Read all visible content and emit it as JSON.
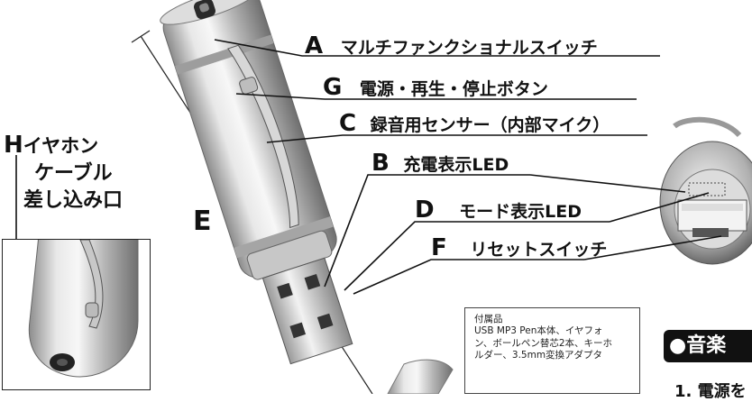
{
  "labels": {
    "a": {
      "letter": "A",
      "text": "マルチファンクショナルスイッチ"
    },
    "g": {
      "letter": "G",
      "text": "電源・再生・停止ボタン"
    },
    "c": {
      "letter": "C",
      "text": "録音用センサー（内部マイク）"
    },
    "b": {
      "letter": "B",
      "text": "充電表示LED"
    },
    "d": {
      "letter": "D",
      "text": "モード表示LED"
    },
    "f": {
      "letter": "F",
      "text": "リセットスイッチ"
    },
    "h": {
      "letter": "H",
      "line1": "イヤホン",
      "line2": "ケーブル",
      "line3": "差し込み口"
    },
    "e": {
      "letter": "E"
    }
  },
  "accessories": {
    "heading": "付属品",
    "line1": "USB MP3 Pen本体、イヤフォ",
    "line2": "ン、ボールペン替芯2本、キーホ",
    "line3": "ルダー、3.5mm変換アダプタ"
  },
  "section_badge": "●音楽",
  "cut_text": "1. 電源を",
  "colors": {
    "ink": "#111111",
    "silver": "#c9c9c9"
  }
}
